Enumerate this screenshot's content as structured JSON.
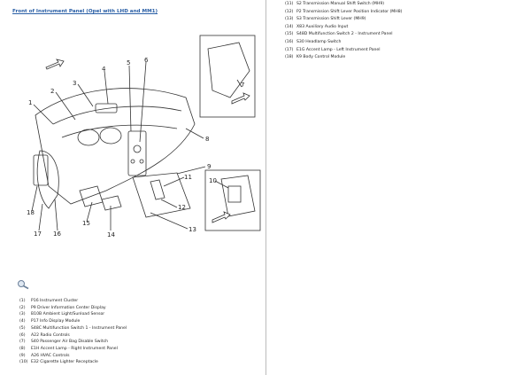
{
  "title": "Front of Instrument Panel (Opel with LHD and MM1)",
  "callouts": [
    "1",
    "2",
    "3",
    "4",
    "5",
    "6",
    "7",
    "8",
    "9",
    "10",
    "11",
    "12",
    "13",
    "14",
    "15",
    "16",
    "17",
    "18"
  ],
  "legend_left": [
    {
      "num": "(1)",
      "label": "P16 Instrument Cluster"
    },
    {
      "num": "(2)",
      "label": "P9 Driver Information Center Display"
    },
    {
      "num": "(3)",
      "label": "B10B Ambient Light/Sunload Sensor"
    },
    {
      "num": "(4)",
      "label": "P17 Info Display Module"
    },
    {
      "num": "(5)",
      "label": "S48C Multifunction Switch 1 - Instrument Panel"
    },
    {
      "num": "(6)",
      "label": "A22 Radio Controls"
    },
    {
      "num": "(7)",
      "label": "S40 Passenger Air Bag Disable Switch"
    },
    {
      "num": "(8)",
      "label": "E1H Accent Lamp - Right Instrument Panel"
    },
    {
      "num": "(9)",
      "label": "A26 HVAC Controls"
    },
    {
      "num": "(10)",
      "label": "E32 Cigarette Lighter Receptacle"
    }
  ],
  "legend_right": [
    {
      "num": "(11)",
      "label": "S2 Transmission Manual Shift Switch (MH9)"
    },
    {
      "num": "(12)",
      "label": "P2 Transmission Shift Lever Position Indicator (MH8)"
    },
    {
      "num": "(13)",
      "label": "S3 Transmission Shift Lever (MH9)"
    },
    {
      "num": "(14)",
      "label": "X83 Auxiliary Audio Input"
    },
    {
      "num": "(15)",
      "label": "S48D Multifunction Switch 2 - Instrument Panel"
    },
    {
      "num": "(16)",
      "label": "S30 Headlamp Switch"
    },
    {
      "num": "(17)",
      "label": "E1G Accent Lamp - Left Instrument Panel"
    },
    {
      "num": "(18)",
      "label": "K9 Body Control Module"
    }
  ]
}
